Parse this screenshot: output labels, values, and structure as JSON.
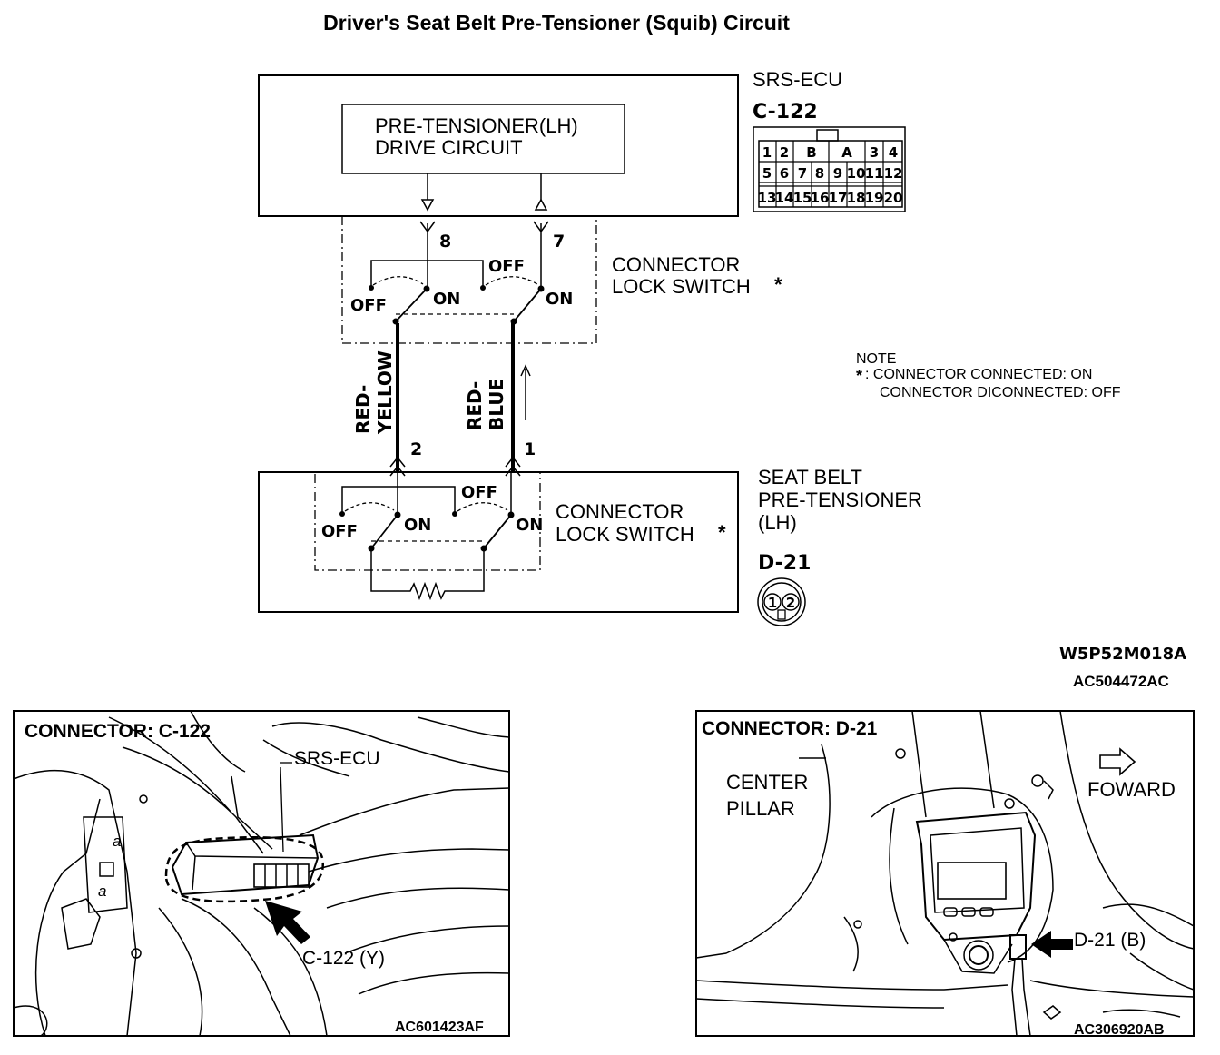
{
  "title": "Driver's Seat Belt Pre-Tensioner (Squib) Circuit",
  "srs_ecu": {
    "label": "SRS-ECU",
    "connector_id": "C-122",
    "drive_circuit_line1": "PRE-TENSIONER(LH)",
    "drive_circuit_line2": "DRIVE CIRCUIT",
    "pins_row1": [
      "1",
      "2",
      "B",
      "A",
      "3",
      "4"
    ],
    "pins_row2": [
      "5",
      "6",
      "7",
      "8",
      "9",
      "10",
      "11",
      "12"
    ],
    "pins_row3": [
      "13",
      "14",
      "15",
      "16",
      "17",
      "18",
      "19",
      "20"
    ],
    "terminal_left": "8",
    "terminal_right": "7"
  },
  "upper_switch": {
    "label_line1": "CONNECTOR",
    "label_line2": "LOCK SWITCH",
    "asterisk": "*",
    "off_left": "OFF",
    "on_left": "ON",
    "off_right": "OFF",
    "on_right": "ON"
  },
  "wires": {
    "left_color_line1": "RED-",
    "left_color_line2": "YELLOW",
    "right_color_line1": "RED-",
    "right_color_line2": "BLUE"
  },
  "note": {
    "heading": "NOTE",
    "marker": "*",
    "line1": ": CONNECTOR CONNECTED: ON",
    "line2": "CONNECTOR DICONNECTED: OFF"
  },
  "pretensioner": {
    "label_line1": "SEAT BELT",
    "label_line2": "PRE-TENSIONER",
    "label_line3": "(LH)",
    "connector_id": "D-21",
    "terminal_left": "2",
    "terminal_right": "1",
    "pin_left": "1",
    "pin_right": "2"
  },
  "lower_switch": {
    "label_line1": "CONNECTOR",
    "label_line2": "LOCK SWITCH",
    "asterisk": "*",
    "off_left": "OFF",
    "on_left": "ON",
    "off_right": "OFF",
    "on_right": "ON"
  },
  "codes": {
    "diagram_code": "W5P52M018A",
    "figure_code": "AC504472AC"
  },
  "photo_left": {
    "heading": "CONNECTOR: C-122",
    "callout_ecu": "SRS-ECU",
    "callout_connector": "C-122 (Y)",
    "code": "AC601423AF"
  },
  "photo_right": {
    "heading": "CONNECTOR: D-21",
    "callout_pillar_line1": "CENTER",
    "callout_pillar_line2": "PILLAR",
    "callout_forward": "FOWARD",
    "callout_connector": "D-21 (B)",
    "code": "AC306920AB"
  }
}
